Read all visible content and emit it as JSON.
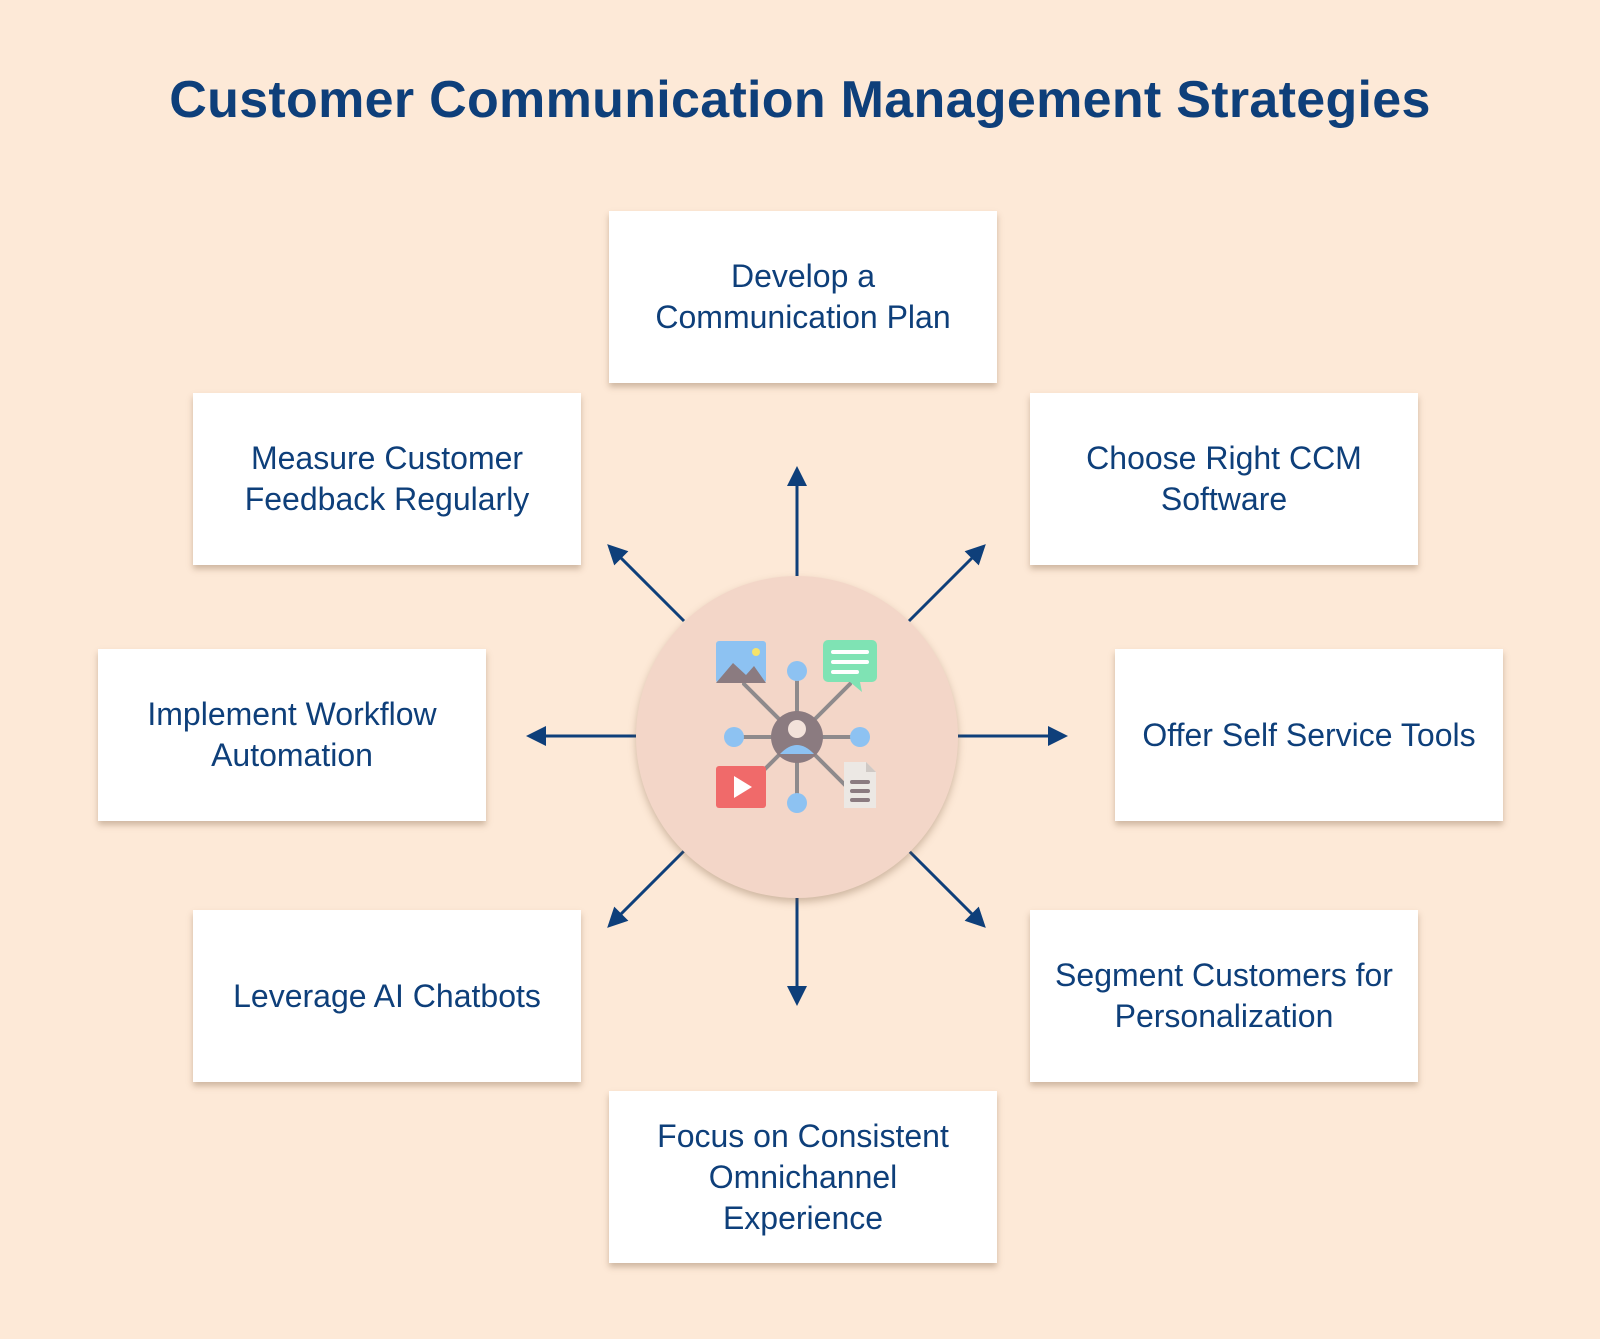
{
  "title": "Customer Communication Management Strategies",
  "hub": {
    "icon": "network-hub-icon"
  },
  "strategies": [
    {
      "label": "Develop a Communication Plan"
    },
    {
      "label": "Choose Right CCM Software"
    },
    {
      "label": "Offer Self Service Tools"
    },
    {
      "label": "Segment Customers for Personalization"
    },
    {
      "label": "Focus on Consistent Omnichannel Experience"
    },
    {
      "label": "Leverage AI Chatbots"
    },
    {
      "label": "Implement Workflow Automation"
    },
    {
      "label": "Measure Customer Feedback Regularly"
    }
  ],
  "colors": {
    "background": "#FDE9D7",
    "accent": "#0E3F7A",
    "hub_fill": "#F3D6C8",
    "card_fill": "#FFFFFF"
  }
}
